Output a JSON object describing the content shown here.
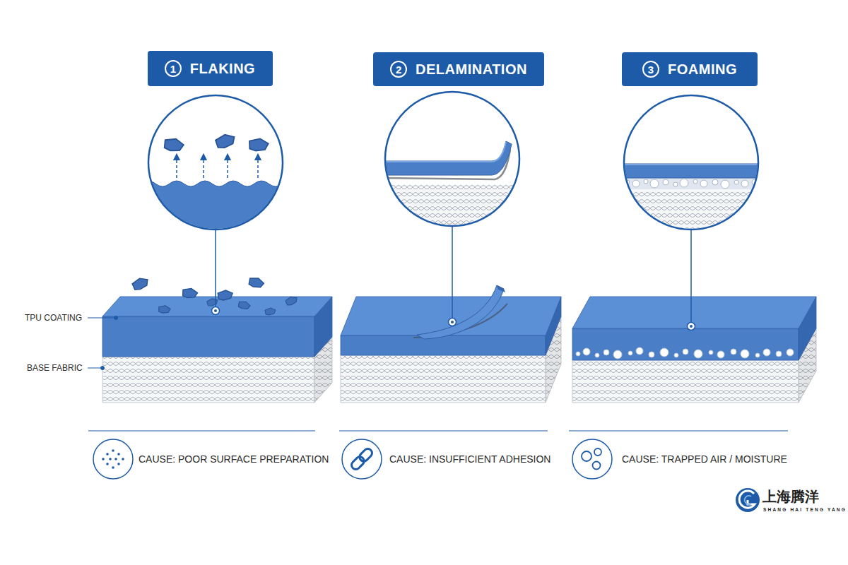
{
  "diagram": {
    "nodes": [
      {
        "text": [
          "1",
          "FLAKING"
        ]
      },
      {
        "text": [
          "2",
          "DELAMINATION"
        ]
      },
      {
        "text": [
          "3",
          "FOAMING"
        ]
      }
    ],
    "labels": [
      "TPU COATING",
      "BASE FABRIC",
      "CAUSE: POOR SURFACE PREPARATION",
      "CAUSE: INSUFFICIENT ADHESION",
      "CAUSE: TRAPPED AIR / MOISTURE",
      "上海腾洋",
      "SHANG HAI TENG YANG"
    ]
  }
}
